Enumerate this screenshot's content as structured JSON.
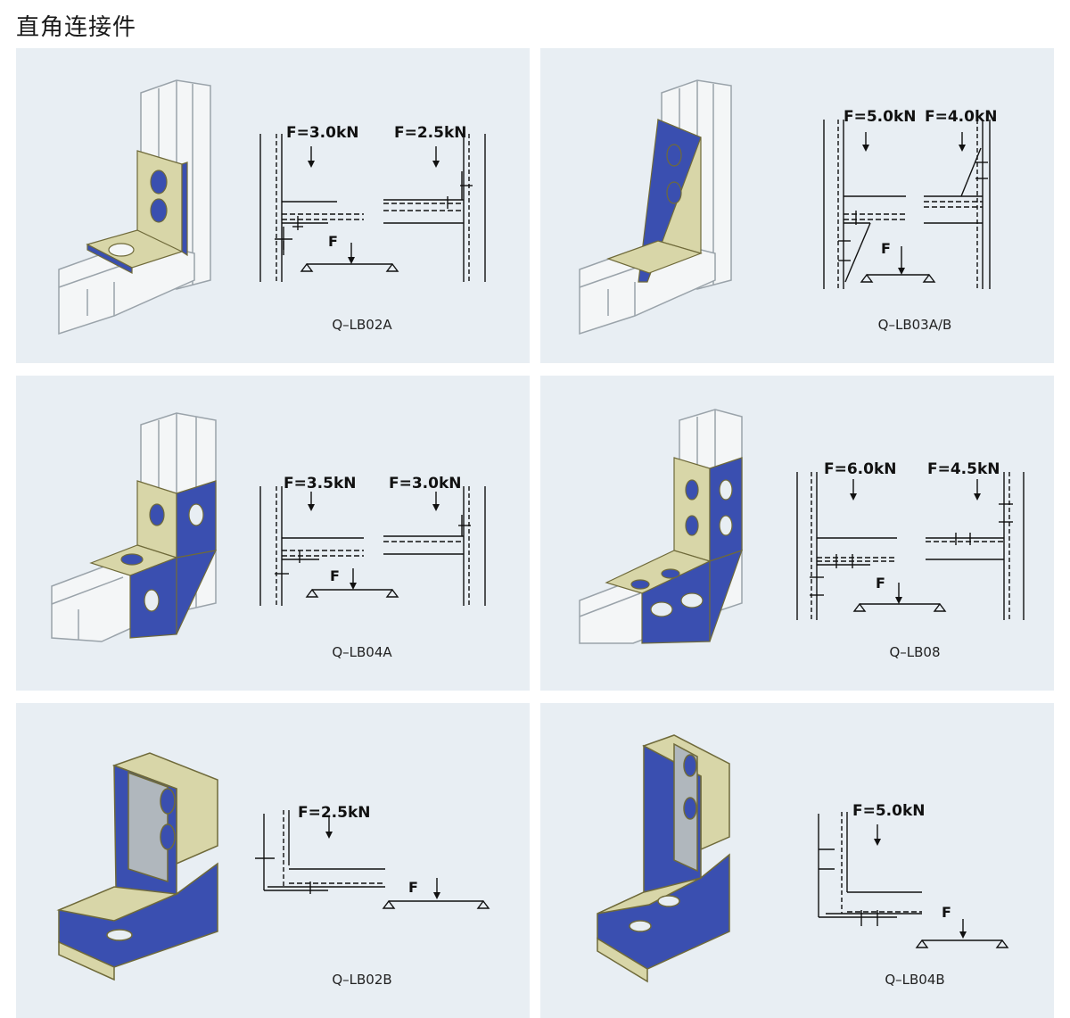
{
  "page": {
    "title": "直角连接件"
  },
  "panels": [
    {
      "code": "Q–LB02A",
      "forces": [
        "F=3.0kN",
        "F=2.5kN"
      ],
      "load_label": "F"
    },
    {
      "code": "Q–LB03A/B",
      "forces": [
        "F=5.0kN",
        "F=4.0kN"
      ],
      "load_label": "F"
    },
    {
      "code": "Q–LB04A",
      "forces": [
        "F=3.5kN",
        "F=3.0kN"
      ],
      "load_label": "F"
    },
    {
      "code": "Q–LB08",
      "forces": [
        "F=6.0kN",
        "F=4.5kN"
      ],
      "load_label": "F"
    },
    {
      "code": "Q–LB02B",
      "forces": [
        "F=2.5kN"
      ],
      "load_label": "F"
    },
    {
      "code": "Q–LB04B",
      "forces": [
        "F=5.0kN"
      ],
      "load_label": "F"
    }
  ],
  "colors": {
    "panel_bg": "#e8eef3",
    "bracket_blue": "#3a4fb0",
    "bracket_face": "#d8d6a8",
    "channel": "#f4f6f7"
  }
}
